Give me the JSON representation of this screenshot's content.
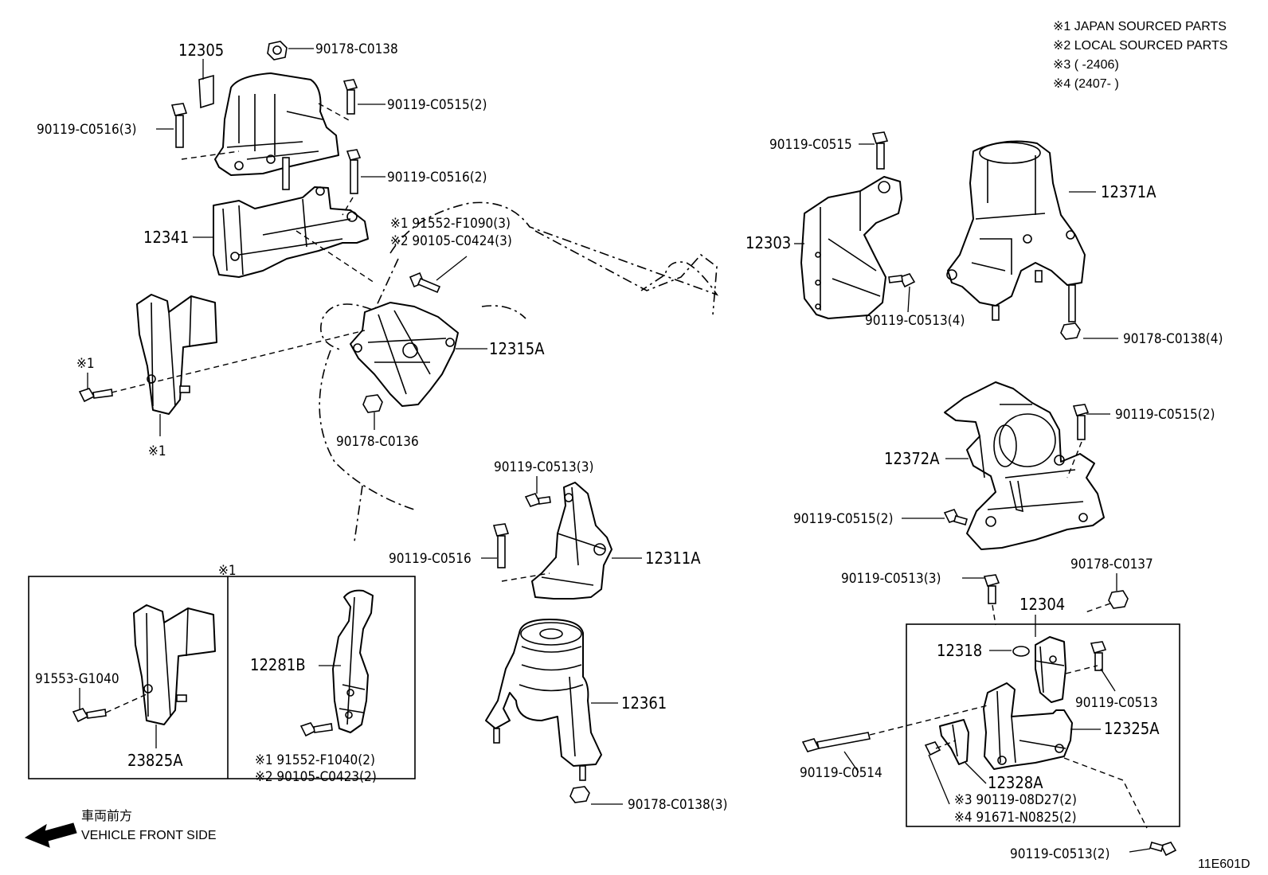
{
  "legend": {
    "note1": "※1 JAPAN SOURCED PARTS",
    "note2": "※2 LOCAL SOURCED PARTS",
    "note3": "※3 (       -2406)",
    "note4": "※4 (2407-       )"
  },
  "front_side": {
    "jp": "車両前方",
    "en": "VEHICLE FRONT SIDE"
  },
  "diagram_code": "11E601D",
  "labels": {
    "p12305": "12305",
    "p90178_C0138_top": "90178-C0138",
    "p90119_C0515_2_top": "90119-C0515(2)",
    "p90119_C0516_3": "90119-C0516(3)",
    "p90119_C0516_2": "90119-C0516(2)",
    "p12341": "12341",
    "p91552_F1090": "※1 91552-F1090(3)",
    "p90105_C0424": "※2 90105-C0424(3)",
    "p12315A": "12315A",
    "p90178_C0136": "90178-C0136",
    "mark1_a": "※1",
    "mark1_b": "※1",
    "mark1_box": "※1",
    "p90119_C0513_3_mid": "90119-C0513(3)",
    "p90119_C0516_mid": "90119-C0516",
    "p12311A": "12311A",
    "p12361": "12361",
    "p90178_C0138_3": "90178-C0138(3)",
    "p91553_G1040": "91553-G1040",
    "p23825A": "23825A",
    "p12281B": "12281B",
    "p91552_F1040": "※1 91552-F1040(2)",
    "p90105_C0423": "※2 90105-C0423(2)",
    "p90119_C0515_r": "90119-C0515",
    "p12303": "12303",
    "p12371A": "12371A",
    "p90119_C0513_4": "90119-C0513(4)",
    "p90178_C0138_4": "90178-C0138(4)",
    "p90119_C0515_2_r": "90119-C0515(2)",
    "p12372A": "12372A",
    "p90119_C0515_2_l": "90119-C0515(2)",
    "p90119_C0513_3_r": "90119-C0513(3)",
    "p90178_C0137": "90178-C0137",
    "p12304": "12304",
    "p12318": "12318",
    "p90119_C0513_r": "90119-C0513",
    "p12325A": "12325A",
    "p90119_C0514": "90119-C0514",
    "p12328A": "12328A",
    "p90119_08D27": "※3 90119-08D27(2)",
    "p91671_N0825": "※4 91671-N0825(2)",
    "p90119_C0513_2_bot": "90119-C0513(2)"
  }
}
